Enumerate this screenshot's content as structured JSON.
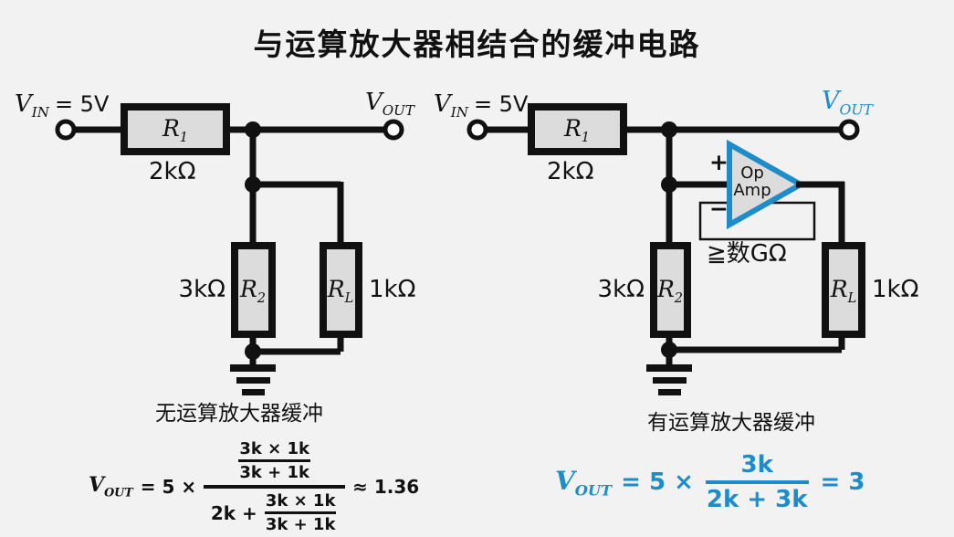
{
  "title": "与运算放大器相结合的缓冲电路",
  "colors": {
    "background": "#f2f2f2",
    "ink": "#111111",
    "accent_blue": "#1d8cc9",
    "resistor_fill": "#dcdcdc"
  },
  "left_circuit": {
    "vin": {
      "base": "V",
      "sub": "IN",
      "value": "= 5V"
    },
    "vout": {
      "base": "V",
      "sub": "OUT"
    },
    "r1": {
      "base": "R",
      "sub": "1",
      "value": "2kΩ"
    },
    "r2": {
      "base": "R",
      "sub": "2",
      "value": "3kΩ"
    },
    "rl": {
      "base": "R",
      "sub": "L",
      "value": "1kΩ"
    },
    "caption": "无运算放大器缓冲"
  },
  "right_circuit": {
    "vin": {
      "base": "V",
      "sub": "IN",
      "value": "= 5V"
    },
    "vout": {
      "base": "V",
      "sub": "OUT"
    },
    "r1": {
      "base": "R",
      "sub": "1",
      "value": "2kΩ"
    },
    "r2": {
      "base": "R",
      "sub": "2",
      "value": "3kΩ"
    },
    "rl": {
      "base": "R",
      "sub": "L",
      "value": "1kΩ"
    },
    "opamp": {
      "line1": "Op",
      "line2": "Amp",
      "plus": "+",
      "minus": "−",
      "impedance": "≧数GΩ"
    },
    "caption": "有运算放大器缓冲"
  },
  "formula_left": {
    "v": {
      "base": "V",
      "sub": "OUT"
    },
    "lead": "= 5 ×",
    "inner_num": "3k × 1k",
    "inner_den": "3k + 1k",
    "den_prefix": "2k +",
    "result": "≈ 1.36"
  },
  "formula_right": {
    "v": {
      "base": "V",
      "sub": "OUT"
    },
    "lead": "= 5 ×",
    "num": "3k",
    "den": "2k + 3k",
    "result": "= 3"
  }
}
